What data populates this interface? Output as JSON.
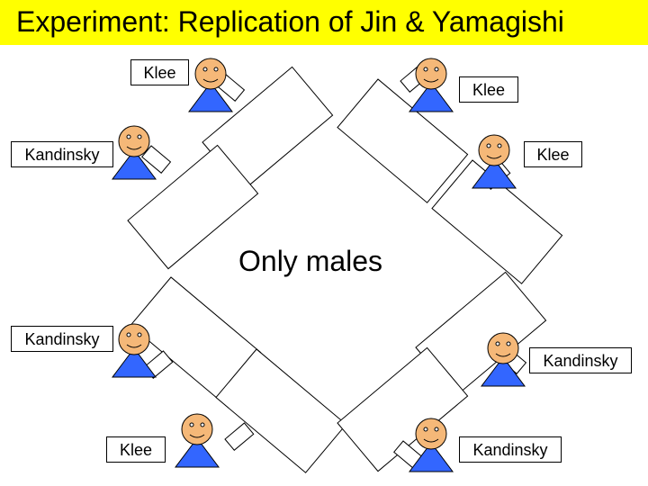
{
  "title": "Experiment: Replication of Jin & Yamagishi",
  "center_label": "Only males",
  "colors": {
    "title_bar": "#ffff00",
    "face": "#f5b878",
    "shirt": "#3366ff"
  },
  "participants": [
    {
      "id": "top-left",
      "label": "Klee"
    },
    {
      "id": "top-right",
      "label": "Klee"
    },
    {
      "id": "left-upper",
      "label": "Kandinsky"
    },
    {
      "id": "right-upper",
      "label": "Klee"
    },
    {
      "id": "left-lower",
      "label": "Kandinsky"
    },
    {
      "id": "right-lower",
      "label": "Kandinsky"
    },
    {
      "id": "bottom-left",
      "label": "Klee"
    },
    {
      "id": "bottom-right",
      "label": "Kandinsky"
    }
  ]
}
